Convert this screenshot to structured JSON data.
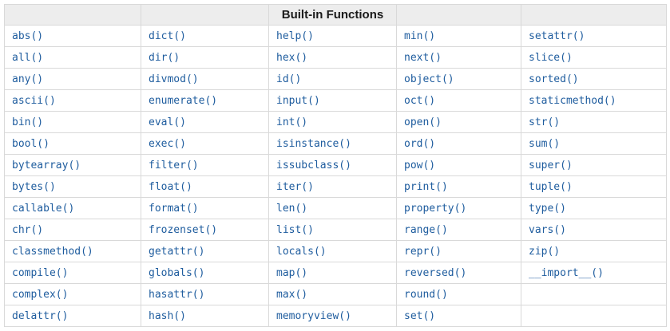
{
  "header": {
    "title": "Built-in Functions"
  },
  "table": {
    "rows": [
      [
        "abs()",
        "dict()",
        "help()",
        "min()",
        "setattr()"
      ],
      [
        "all()",
        "dir()",
        "hex()",
        "next()",
        "slice()"
      ],
      [
        "any()",
        "divmod()",
        "id()",
        "object()",
        "sorted()"
      ],
      [
        "ascii()",
        "enumerate()",
        "input()",
        "oct()",
        "staticmethod()"
      ],
      [
        "bin()",
        "eval()",
        "int()",
        "open()",
        "str()"
      ],
      [
        "bool()",
        "exec()",
        "isinstance()",
        "ord()",
        "sum()"
      ],
      [
        "bytearray()",
        "filter()",
        "issubclass()",
        "pow()",
        "super()"
      ],
      [
        "bytes()",
        "float()",
        "iter()",
        "print()",
        "tuple()"
      ],
      [
        "callable()",
        "format()",
        "len()",
        "property()",
        "type()"
      ],
      [
        "chr()",
        "frozenset()",
        "list()",
        "range()",
        "vars()"
      ],
      [
        "classmethod()",
        "getattr()",
        "locals()",
        "repr()",
        "zip()"
      ],
      [
        "compile()",
        "globals()",
        "map()",
        "reversed()",
        "__import__()"
      ],
      [
        "complex()",
        "hasattr()",
        "max()",
        "round()",
        ""
      ],
      [
        "delattr()",
        "hash()",
        "memoryview()",
        "set()",
        ""
      ]
    ]
  },
  "colors": {
    "link_blue": "#1e5c9e",
    "header_background": "#ededed",
    "border": "#d9d9d9",
    "title_text": "#1a1a1a"
  }
}
